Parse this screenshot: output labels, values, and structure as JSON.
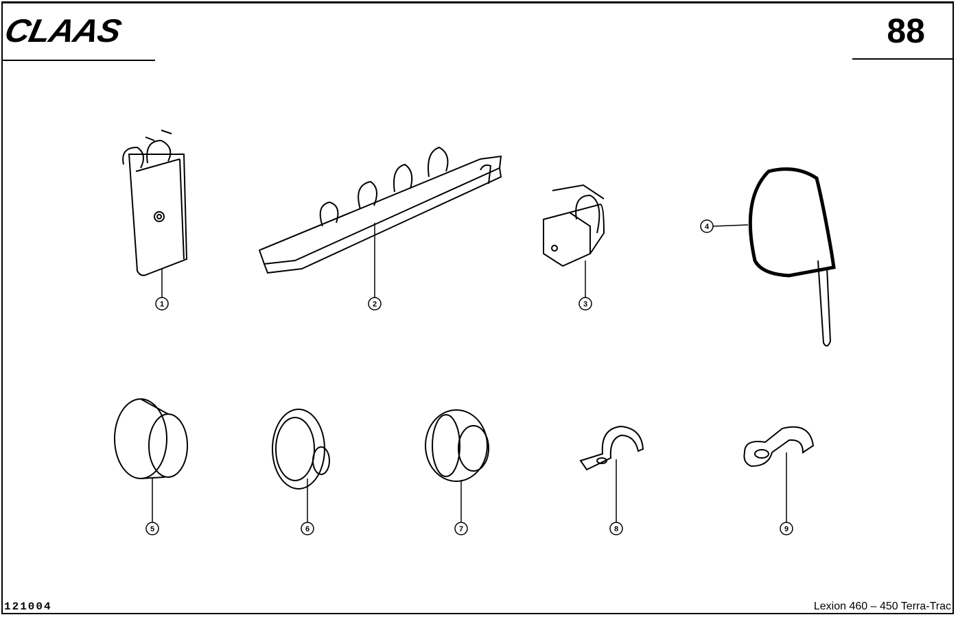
{
  "header": {
    "logo": "CLAAS",
    "page_number": "88"
  },
  "footer": {
    "document_number": "121004",
    "model": "Lexion 460 – 450 Terra-Trac"
  },
  "callouts": [
    {
      "label": "1",
      "part": "pipe-clip-plate"
    },
    {
      "label": "2",
      "part": "multi-pipe-clamp-rail"
    },
    {
      "label": "3",
      "part": "pipe-clip"
    },
    {
      "label": "4",
      "part": "cable-tie"
    },
    {
      "label": "5",
      "part": "grommet-flanged"
    },
    {
      "label": "6",
      "part": "grommet-closed"
    },
    {
      "label": "7",
      "part": "grommet-open"
    },
    {
      "label": "8",
      "part": "p-clamp-metal"
    },
    {
      "label": "9",
      "part": "p-clamp-rubber"
    }
  ]
}
